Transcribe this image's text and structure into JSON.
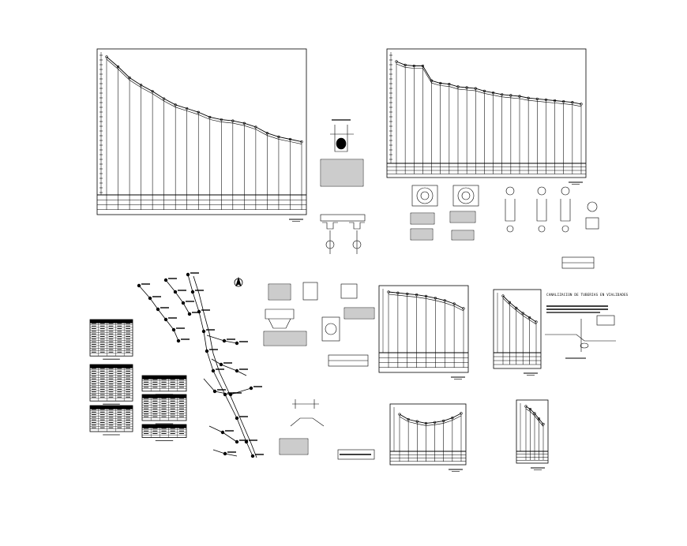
{
  "drawing": {
    "background": "#ffffff",
    "ink": "#000000",
    "main_note_title": "CANALIZACION DE TUBERIAS EN VIALIDADES"
  },
  "profiles": [
    {
      "name": "profile-large-left",
      "values": [
        100,
        92,
        83,
        77,
        72,
        66,
        61,
        58,
        55,
        51,
        49,
        48,
        46,
        43,
        38,
        35,
        33,
        31
      ]
    },
    {
      "name": "profile-large-right",
      "values": [
        100,
        96,
        95,
        95,
        78,
        75,
        74,
        71,
        70,
        69,
        66,
        64,
        62,
        61,
        60,
        58,
        57,
        56,
        55,
        54,
        53,
        51
      ]
    },
    {
      "name": "profile-mid-center",
      "values": [
        100,
        98,
        96,
        94,
        91,
        87,
        82,
        75,
        65
      ]
    },
    {
      "name": "profile-small-right",
      "values": [
        100,
        85,
        72,
        60,
        50,
        40
      ]
    },
    {
      "name": "profile-bottom-valley",
      "values": [
        92,
        75,
        68,
        62,
        65,
        70,
        80,
        95
      ]
    },
    {
      "name": "profile-bottom-narrow",
      "values": [
        100,
        92,
        80,
        65,
        50
      ]
    }
  ]
}
